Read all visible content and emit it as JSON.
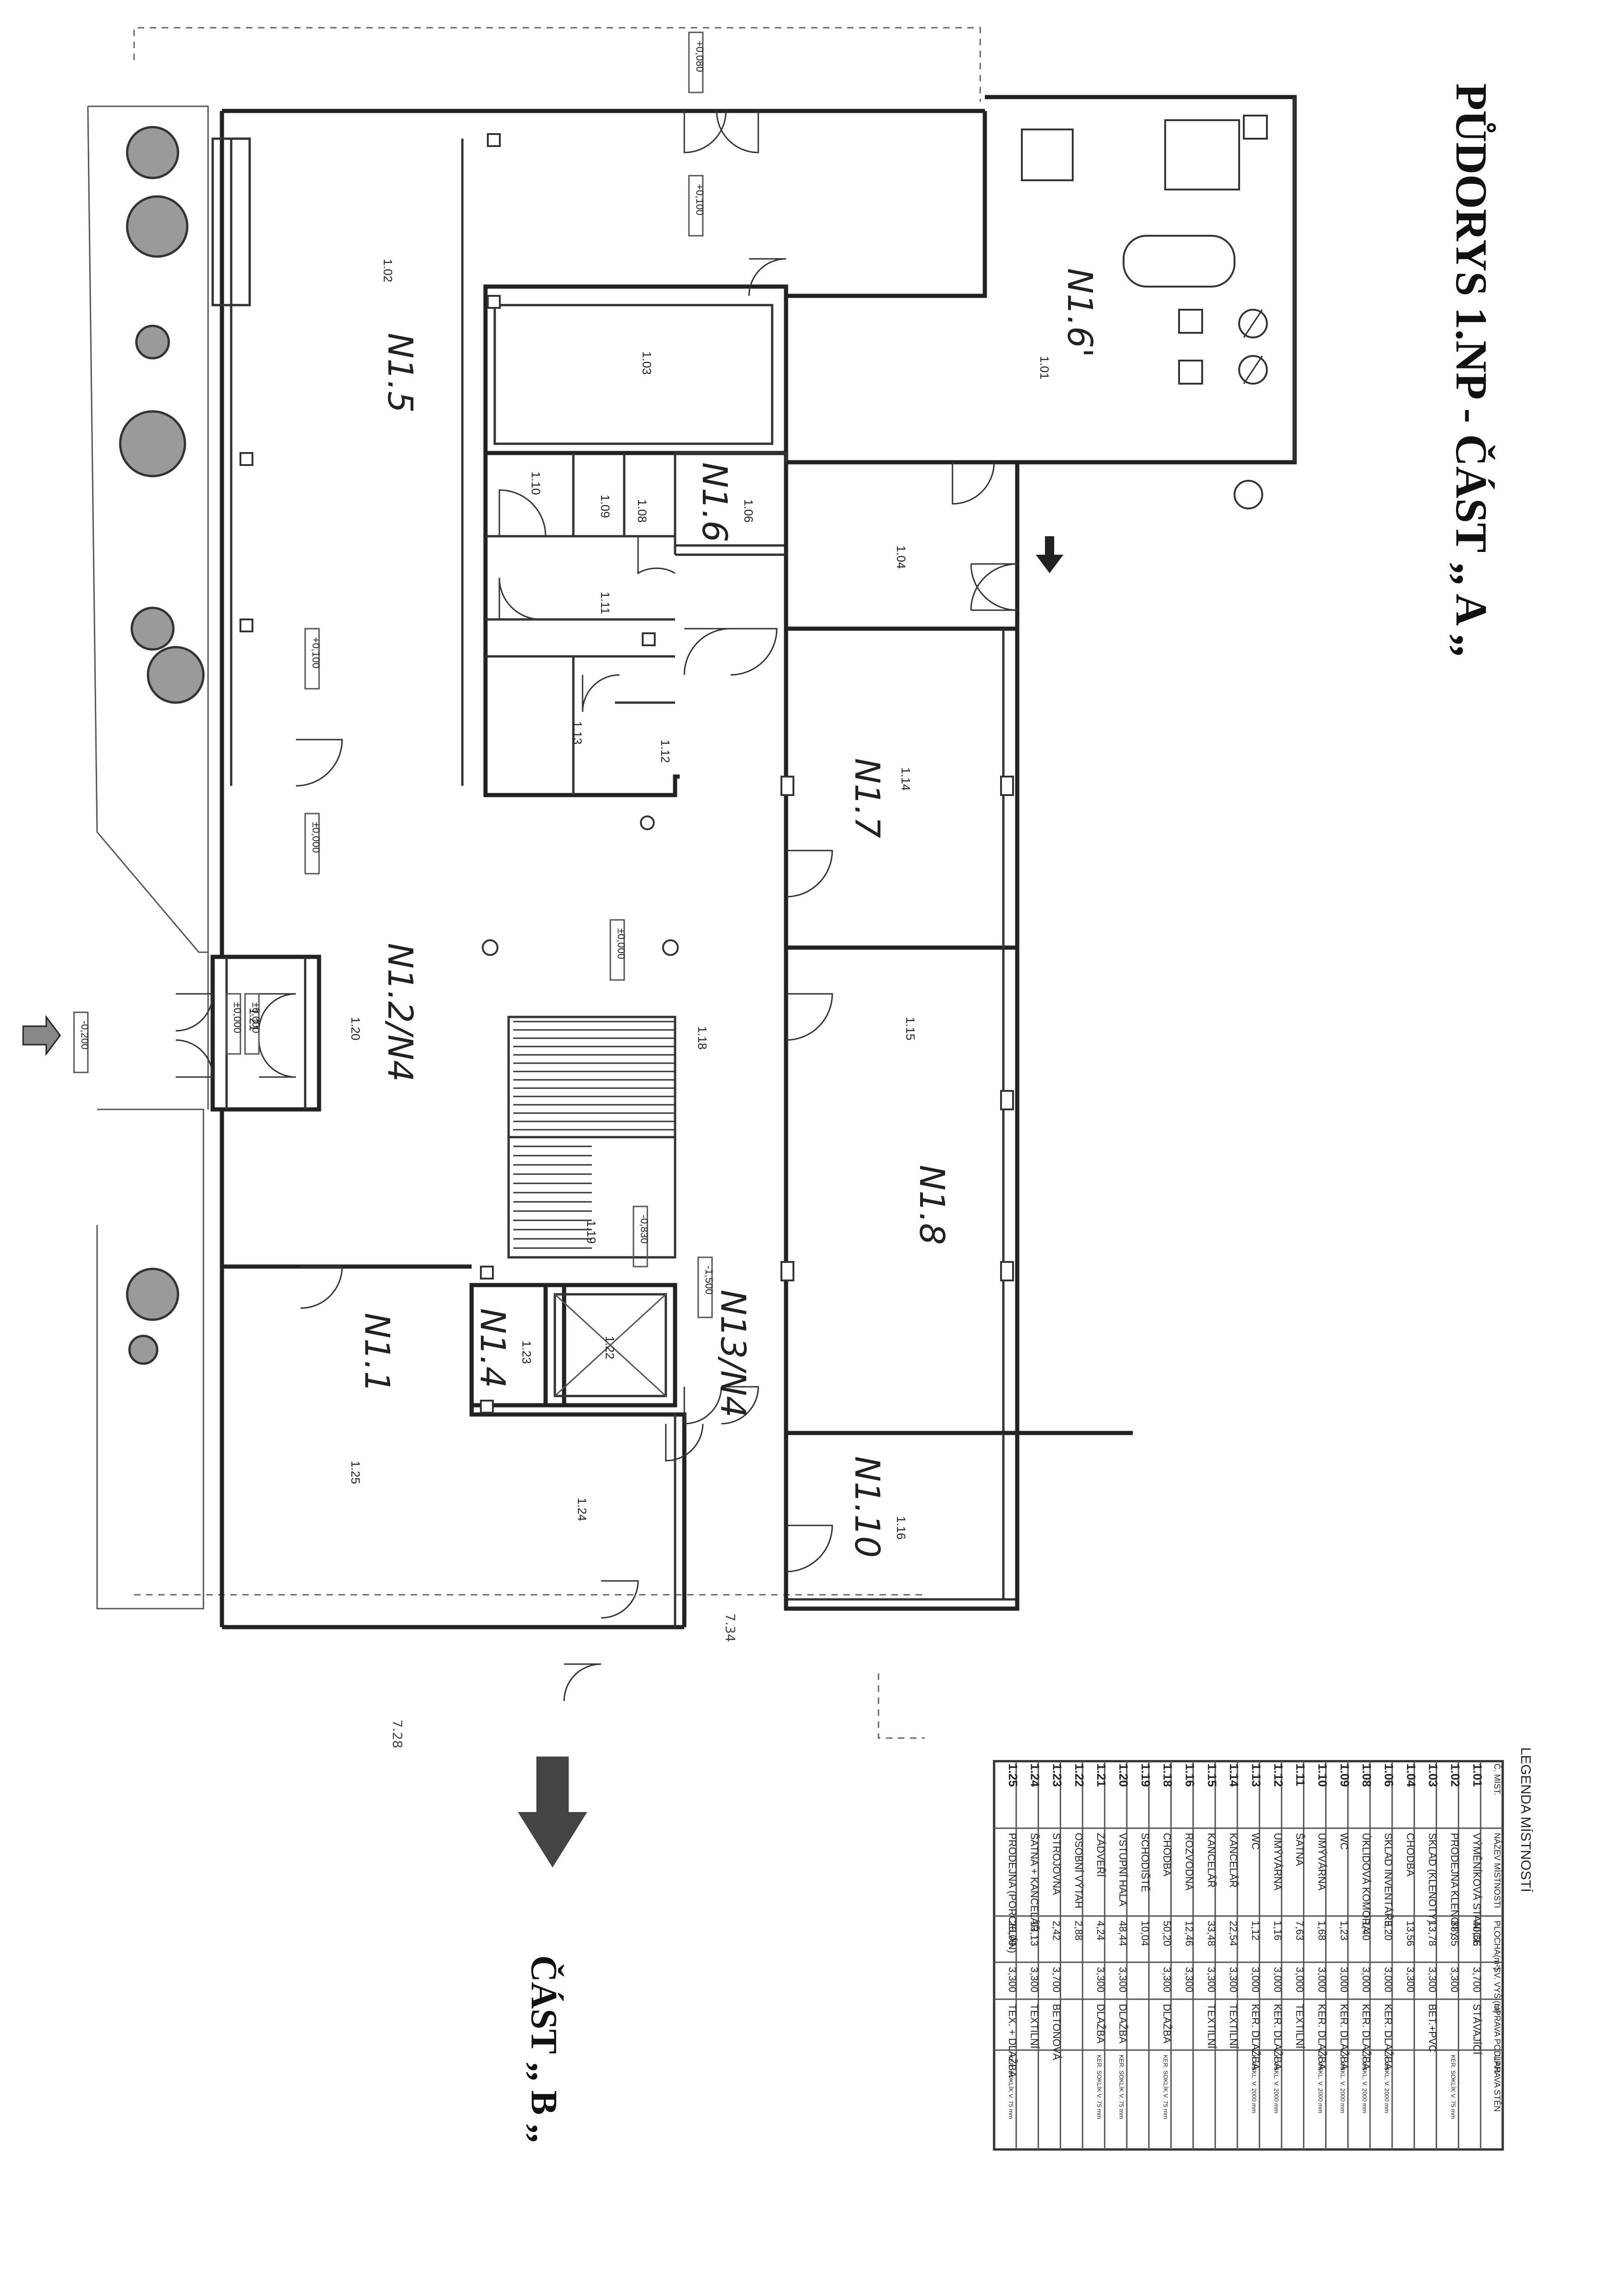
{
  "title": "PŮDORYS 1.NP - ČÁST ,, A ,,",
  "part_b": "ČÁST ,, B ,,",
  "levels": [
    "+0,080",
    "+0,100",
    "+0,100",
    "±0,000",
    "±0,000",
    "±0,000",
    "±0,000",
    "-0,200",
    "-0,830",
    "-1,500"
  ],
  "room_numbers": [
    "1.01",
    "1.02",
    "1.03",
    "1.04",
    "1.06",
    "1.08",
    "1.09",
    "1.10",
    "1.11",
    "1.12",
    "1.13",
    "1.14",
    "1.15",
    "1.16",
    "1.18",
    "1.19",
    "1.20",
    "1.21",
    "1.22",
    "1.23",
    "1.24",
    "1.25"
  ],
  "handwritten": [
    "N1.6'",
    "N1.5",
    "N1.6",
    "N1.7",
    "N1.2/N4",
    "N1.8",
    "N13/N4",
    "N1.4",
    "N1.1",
    "N1.10",
    "7.34",
    "7.28"
  ],
  "legend": {
    "title": "LEGENDA MÍSTNOSTÍ",
    "headers": [
      "Č. MÍST.",
      "NÁZEV MÍSTNOSTI",
      "PLOCHA(m²)",
      "SV. VÝŠ.(m)",
      "ÚPRAVA PODLAH",
      "ÚPRAVA STĚN"
    ],
    "rows": [
      [
        "1.01",
        "VÝMĚNÍKOVÁ STANICE",
        "40,66",
        "3,700",
        "STÁVAJÍCÍ",
        ""
      ],
      [
        "1.02",
        "PRODEJNA KLENOTY",
        "88,35",
        "3,300",
        "",
        "KER. SOKLÍK V. 75 mm"
      ],
      [
        "1.03",
        "SKLAD (KLENOTY)",
        "13,78",
        "3,300",
        "BET.+PVC",
        ""
      ],
      [
        "1.04",
        "CHODBA",
        "13,56",
        "3,300",
        "",
        ""
      ],
      [
        "1.06",
        "SKLAD INVENTÁŘE",
        "3,20",
        "3,000",
        "KER. DLAŽBA",
        "K. OBKL. V. 2000 mm"
      ],
      [
        "1.08",
        "ÚKLIDOVÁ KOMORA",
        "1,40",
        "3,000",
        "KER. DLAŽBA",
        "K. OBKL. V. 2000 mm"
      ],
      [
        "1.09",
        "WC",
        "1,23",
        "3,000",
        "KER. DLAŽBA",
        "K. OBKL. V. 2000 mm"
      ],
      [
        "1.10",
        "UMÝVÁRNA",
        "1,68",
        "3,000",
        "KER. DLAŽBA",
        "K. OBKL. V. 2000 mm"
      ],
      [
        "1.11",
        "ŠATNA",
        "7,63",
        "3,000",
        "TEXTILNÍ",
        ""
      ],
      [
        "1.12",
        "UMÝVÁRNA",
        "1,16",
        "3,000",
        "KER. DLAŽBA",
        "K. OBKL. V. 2000 mm"
      ],
      [
        "1.13",
        "WC",
        "1,12",
        "3,000",
        "KER. DLAŽBA",
        "K. OBKL. V. 2000 mm"
      ],
      [
        "1.14",
        "KANCELÁŘ",
        "22,54",
        "3,300",
        "TEXTILNÍ",
        ""
      ],
      [
        "1.15",
        "KANCELÁŘ",
        "33,48",
        "3,300",
        "TEXTILNÍ",
        ""
      ],
      [
        "1.16",
        "ROZVODNA",
        "12,46",
        "3,300",
        "",
        ""
      ],
      [
        "1.18",
        "CHODBA",
        "50,20",
        "3,300",
        "DLAŽBA",
        "KER. SOKLÍK V. 75 mm"
      ],
      [
        "1.19",
        "SCHODIŠTĚ",
        "10,04",
        "",
        "",
        ""
      ],
      [
        "1.20",
        "VSTUPNÍ HALA",
        "48,44",
        "3,300",
        "DLAŽBA",
        "KER. SOKLÍK V. 75 mm"
      ],
      [
        "1.21",
        "ZÁDVEŘÍ",
        "4,24",
        "3,300",
        "DLAŽBA",
        "KER. SOKLÍK V. 75 mm"
      ],
      [
        "1.22",
        "OSOBNÍ VÝTAH",
        "2,88",
        "",
        "",
        ""
      ],
      [
        "1.23",
        "STROJOVNA",
        "2,42",
        "3,700",
        "BETONOVÁ",
        ""
      ],
      [
        "1.24",
        "ŠATNA + KANCELÁŘ",
        "13,13",
        "3,300",
        "TEXTILNÍ",
        ""
      ],
      [
        "1.25",
        "PRODEJNA (PORCELÁN)",
        "26,09",
        "3,300",
        "TEX. + DLAŽBA",
        "KER. SOKLÍK V. 75 mm"
      ]
    ]
  }
}
